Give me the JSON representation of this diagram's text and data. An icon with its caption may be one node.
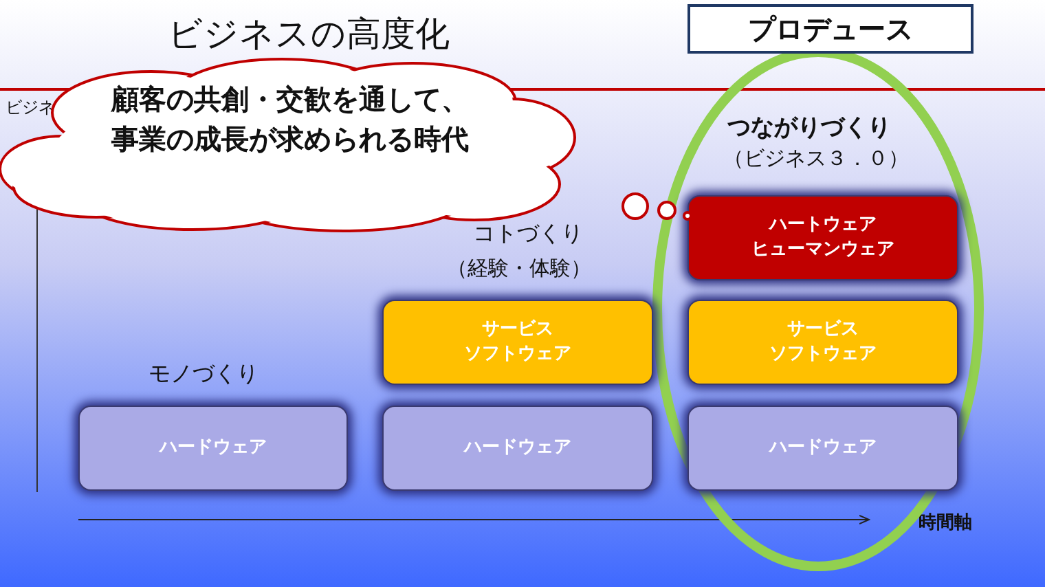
{
  "diagram": {
    "title": "ビジネスの高度化",
    "nodes": [
      {
        "text": [
          "顧客の共創・交歓を通して、事業の成長が求められる時代"
        ]
      },
      {
        "text": [
          "プロデュース"
        ]
      },
      {
        "text": [
          "ハードウェア"
        ]
      },
      {
        "text": [
          "サービス",
          "ソフトウェア"
        ]
      },
      {
        "text": [
          "ハードウェア"
        ]
      },
      {
        "text": [
          "ハートウェア",
          "ヒューマンウェア"
        ]
      },
      {
        "text": [
          "サービス",
          "ソフトウェア"
        ]
      },
      {
        "text": [
          "ハードウェア"
        ]
      }
    ],
    "edges": [],
    "labels": [
      "ビジネ",
      "つながりづくり",
      "（ビジネス３．０）",
      "コトづくり",
      "（経験・体験）",
      "モノづくり",
      "時間軸"
    ]
  }
}
